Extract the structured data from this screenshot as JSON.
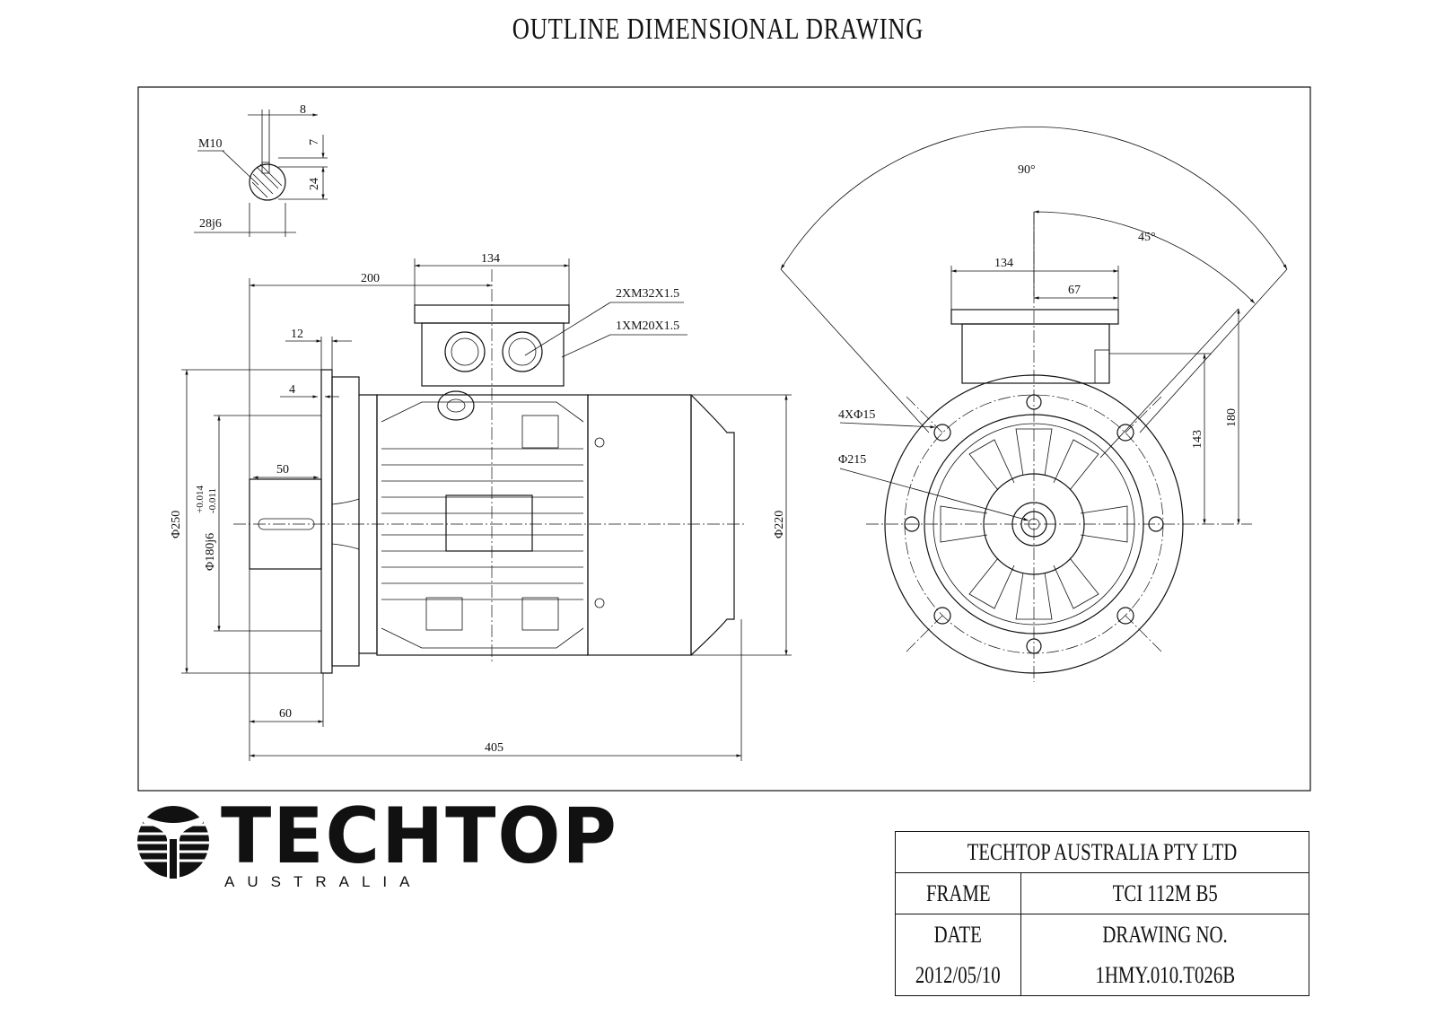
{
  "title": "OUTLINE DIMENSIONAL DRAWING",
  "shaft_detail": {
    "key_width": "8",
    "key_depth": "7",
    "shaft_height": "24",
    "thread": "M10",
    "shaft_diameter": "28j6"
  },
  "side_view": {
    "terminal_box_width": "134",
    "box_offset": "200",
    "gland_large": "2XM32X1.5",
    "gland_small": "1XM20X1.5",
    "flange_thickness": "12",
    "spigot_depth": "4",
    "key_length": "50",
    "flange_diameter": "Φ250",
    "spigot_diameter": "Φ180j6",
    "spigot_tol_upper": "+0.014",
    "spigot_tol_lower": "-0.011",
    "body_diameter": "Φ220",
    "shaft_length": "60",
    "overall_length": "405"
  },
  "end_view": {
    "angle_outer": "90°",
    "angle_inner": "45°",
    "box_width": "134",
    "box_half_width": "67",
    "holes": "4XΦ15",
    "pcd": "Φ215",
    "height_box": "143",
    "height_total": "180"
  },
  "logo": {
    "name": "TECHTOP",
    "subtitle": "AUSTRALIA"
  },
  "title_block": {
    "company": "TECHTOP AUSTRALIA PTY LTD",
    "frame_label": "FRAME",
    "frame_value": "TCI 112M B5",
    "date_label": "DATE",
    "drawing_label": "DRAWING NO.",
    "date_value": "2012/05/10",
    "drawing_value": "1HMY.010.T026B"
  }
}
